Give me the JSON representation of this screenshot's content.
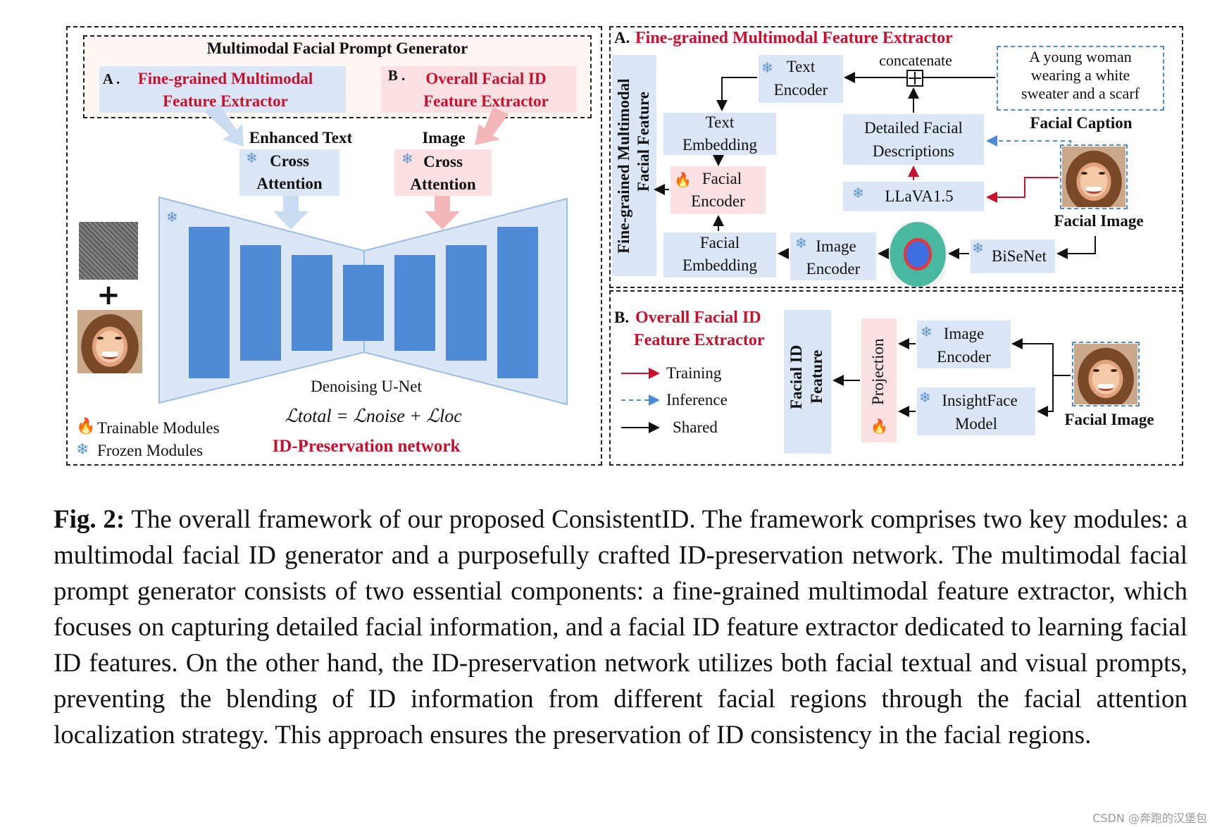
{
  "left_panel": {
    "generator_title": "Multimodal Facial Prompt Generator",
    "a_prefix": "A .",
    "a_label_1": "Fine-grained Multimodal",
    "a_label_2": "Feature Extractor",
    "b_prefix": "B .",
    "b_label_1": "Overall Facial ID",
    "b_label_2": "Feature Extractor",
    "enhanced_text": "Enhanced Text",
    "image": "Image",
    "cross_1": "Cross",
    "attention_1": "Attention",
    "cross_2": "Cross",
    "attention_2": "Attention",
    "unet_label": "Denoising U-Net",
    "loss_formula": "ℒtotal = ℒnoise + ℒloc",
    "network_name": "ID-Preservation network",
    "legend_trainable": "Trainable Modules",
    "legend_frozen": "Frozen Modules",
    "plus": "+"
  },
  "panel_a": {
    "title_prefix": "A.",
    "title": "Fine-grained Multimodal Feature Extractor",
    "side_label_1": "Fine-grained Multimodal",
    "side_label_2": "Facial Feature",
    "text_encoder": [
      "Text",
      "Encoder"
    ],
    "concatenate": "concatenate",
    "caption_text": [
      "A young woman",
      "wearing a white",
      "sweater and a scarf"
    ],
    "facial_caption": "Facial Caption",
    "text_embedding": [
      "Text",
      "Embedding"
    ],
    "detailed_desc": [
      "Detailed Facial",
      "Descriptions"
    ],
    "facial_encoder": [
      "Facial",
      "Encoder"
    ],
    "llava": "LLaVA1.5",
    "facial_image": "Facial Image",
    "facial_embedding": [
      "Facial",
      "Embedding"
    ],
    "image_encoder": [
      "Image",
      "Encoder"
    ],
    "bisenet": "BiSeNet"
  },
  "panel_b": {
    "title_prefix": "B.",
    "title_1": "Overall Facial ID",
    "title_2": "Feature Extractor",
    "legend_training": "Training",
    "legend_inference": "Inference",
    "legend_shared": "Shared",
    "side_label_1": "Facial ID",
    "side_label_2": "Feature",
    "projection": "Projection",
    "image_encoder": [
      "Image",
      "Encoder"
    ],
    "insightface": [
      "InsightFace",
      "Model"
    ],
    "facial_image": "Facial Image"
  },
  "caption": {
    "fig_label": "Fig. 2:",
    "text": "The overall framework of our proposed ConsistentID. The framework comprises two key modules: a multimodal facial ID generator and a purposefully crafted ID-preservation network. The multimodal facial prompt generator consists of two essential components: a fine-grained multimodal feature extractor, which focuses on capturing detailed facial information, and a facial ID feature extractor dedicated to learning facial ID features. On the other hand, the ID-preservation network utilizes both facial textual and visual prompts, preventing the blending of ID information from different facial regions through the facial attention localization strategy. This approach ensures the preservation of ID consistency in the facial regions."
  },
  "watermark": "CSDN @奔跑的汉堡包",
  "colors": {
    "accent_red": "#c8102e",
    "box_blue": "#dbe7f6",
    "box_pink": "#fbe1e1",
    "unet_blue": "#4f8ad6"
  }
}
